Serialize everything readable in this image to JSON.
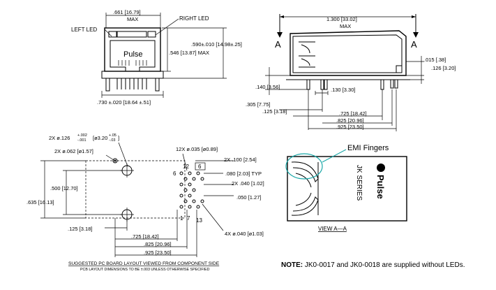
{
  "front_view": {
    "width_max": ".661 [16.79]",
    "width_max_suffix": "MAX",
    "left_led": "LEFT LED",
    "right_led": "RIGHT LED",
    "brand": "Pulse",
    "height_tol": ".590±.010 [14.98±.25]",
    "height_max": ".546 [13.87] MAX",
    "base_width": ".730 ±.020 [18.64 ±.51]"
  },
  "side_view": {
    "length": "1.300 [33.02]",
    "length_suffix": "MAX",
    "section_left": "A",
    "section_right": "A",
    "dim_015": ".015 [.38]",
    "dim_126": ".126 [3.20]",
    "dim_140": ".140 [3.56]",
    "dim_130": ".130 [3.30]",
    "dim_305": ".305 [7.75]",
    "dim_125": ".125 [3.18]",
    "dim_725": ".725 [18.42]",
    "dim_825": ".825 [20.96]",
    "dim_925": ".925 [23.50]"
  },
  "pcb_layout": {
    "mount_hole": "2X ø.126",
    "mount_hole_tol_plus": "+.002",
    "mount_hole_tol_minus": "-.001",
    "mount_hole_mm": "[ø3.20",
    "mount_hole_mm_tol_plus": "+.05",
    "mount_hole_mm_tol_minus": "-.03",
    "mount_hole_mm_close": "]",
    "small_hole": "2X ø.062 [ø1.57]",
    "pin_holes": "12X ø.035 [ø0.89]",
    "pin_6": "6",
    "pin_12": "12",
    "pin_6b": "6",
    "pin_1": "1",
    "pin_7": "7",
    "pin_13": "13",
    "dim_100": "2X .100 [2.54]",
    "dim_080": ".080 [2.03] TYP",
    "dim_040": "2X .040 [1.02]",
    "dim_050": ".050 [1.27]",
    "led_holes": "4X ø.040 [ø1.03]",
    "dim_500": ".500 [12.70]",
    "dim_635": ".635 [16.13]",
    "dim_125": ".125 [3.18]",
    "dim_725": ".725 [18.42]",
    "dim_825": ".825 [20.96]",
    "dim_925": ".925 [23.50]",
    "caption": "SUGGESTED PC BOARD LAYOUT VIEWED FROM COMPONENT SIDE",
    "subcaption": "PCB LAYOUT DIMENSIONS TO BE ±.003 UNLESS OTHERWISE SPECIFIED"
  },
  "section_view": {
    "emi_label": "EMI Fingers",
    "series": "JK SERIES",
    "logo": "Pulse",
    "caption": "VIEW   A—A",
    "emi_color": "#1aa8a8"
  },
  "note": {
    "prefix": "NOTE:",
    "text": "JK0-0017 and JK0-0018 are supplied without LEDs."
  }
}
